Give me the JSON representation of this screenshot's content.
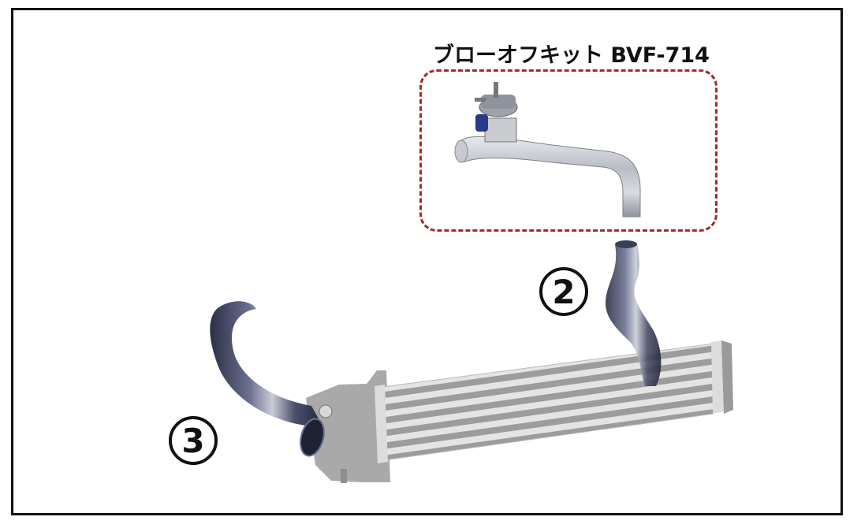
{
  "title": "ブローオフキット BVF-714",
  "callouts": [
    {
      "number": "2",
      "part": "intercooler-outlet-pipe"
    },
    {
      "number": "3",
      "part": "intercooler-inlet-pipe"
    }
  ],
  "kit_box": {
    "border_color": "#a52a2a"
  },
  "colors": {
    "frame": "#111111",
    "pipe_silver": "#b9bcc3",
    "pipe_dark": "#3a3f55",
    "intercooler_gray": "#9a9a9a",
    "valve_blue": "#2a3a8a"
  }
}
